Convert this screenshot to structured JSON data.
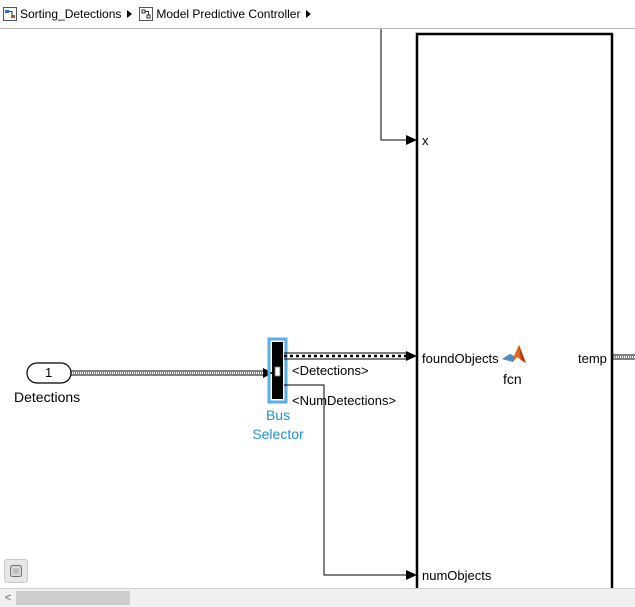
{
  "breadcrumb": {
    "items": [
      {
        "label": "Sorting_Detections",
        "icon": "model-icon"
      },
      {
        "label": "Model Predictive Controller",
        "icon": "subsystem-icon"
      }
    ]
  },
  "blocks": {
    "inport": {
      "number": "1",
      "label": "Detections"
    },
    "bus_selector": {
      "label_line1": "Bus",
      "label_line2": "Selector",
      "signal1": "<Detections>",
      "signal2": "<NumDetections>"
    },
    "matlab_function": {
      "name": "fcn",
      "icon": "matlab-logo-icon",
      "inputs": [
        "x",
        "foundObjects",
        "numObjects"
      ],
      "outputs": [
        "temp"
      ]
    }
  },
  "colors": {
    "selection": "#5aaee8",
    "bus_selector_label": "#1e90d6"
  },
  "toolbar": {
    "fit_icon": "zoom-fit-icon"
  },
  "scrollbar": {
    "left_arrow": "<"
  }
}
